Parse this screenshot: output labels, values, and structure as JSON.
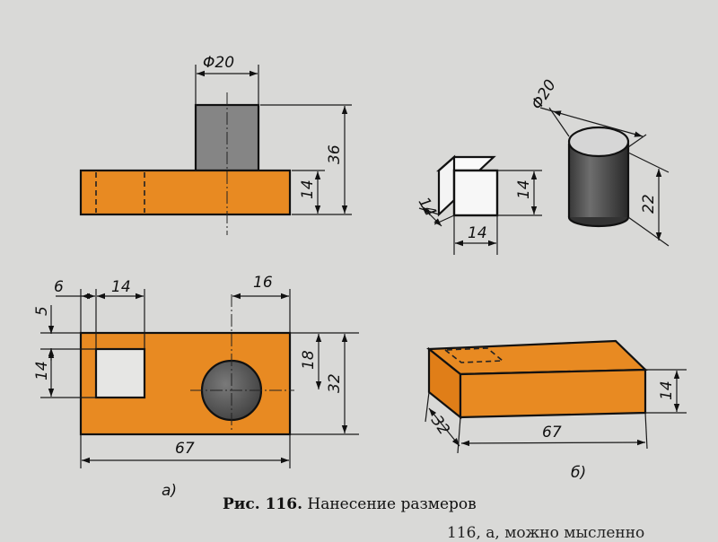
{
  "colors": {
    "orange": "#e88a22",
    "gray": "#858585",
    "paper": "#d9d9d7"
  },
  "figure_a": {
    "label": "а)",
    "front_view": {
      "diameter": "Φ20",
      "height_total": "36",
      "base_height": "14"
    },
    "top_view": {
      "offset_x": "6",
      "hole_width": "14",
      "offset_y": "5",
      "hole_height": "14",
      "circle_offset": "16",
      "circle_center_y": "18",
      "width": "32",
      "length": "67"
    }
  },
  "figure_b": {
    "label": "б)",
    "cube": {
      "depth": "14",
      "width": "14",
      "height": "14"
    },
    "cylinder": {
      "diameter": "Φ20",
      "height": "22"
    },
    "block": {
      "height": "14",
      "depth": "32",
      "length": "67"
    }
  },
  "caption": {
    "number": "Рис. 116.",
    "title": "Нанесение размеров"
  },
  "bottom_text": "116, а, можно мысленно"
}
